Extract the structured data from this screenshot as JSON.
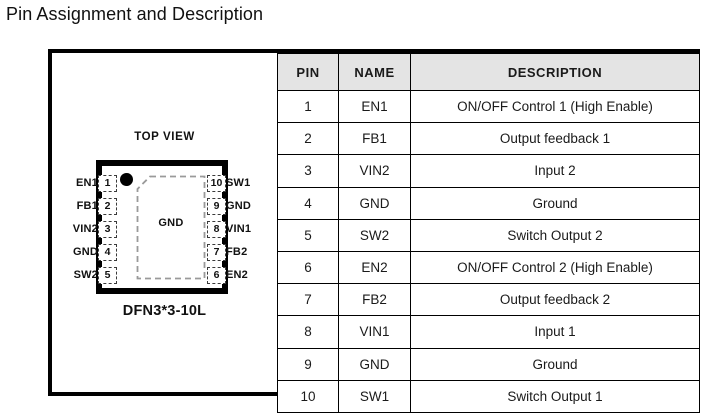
{
  "page": {
    "title": "Pin Assignment and Description"
  },
  "diagram": {
    "view_label": "TOP VIEW",
    "package_name": "DFN3*3-10L",
    "center_pad_label": "GND",
    "orientation_marker": "pin-1-dot",
    "left_pins": [
      {
        "number": "1",
        "name": "EN1"
      },
      {
        "number": "2",
        "name": "FB1"
      },
      {
        "number": "3",
        "name": "VIN2"
      },
      {
        "number": "4",
        "name": "GND"
      },
      {
        "number": "5",
        "name": "SW2"
      }
    ],
    "right_pins": [
      {
        "number": "10",
        "name": "SW1"
      },
      {
        "number": "9",
        "name": "GND"
      },
      {
        "number": "8",
        "name": "VIN1"
      },
      {
        "number": "7",
        "name": "FB2"
      },
      {
        "number": "6",
        "name": "EN2"
      }
    ]
  },
  "table": {
    "headers": {
      "pin": "PIN",
      "name": "NAME",
      "description": "DESCRIPTION"
    },
    "rows": [
      {
        "pin": "1",
        "name": "EN1",
        "description": "ON/OFF Control 1 (High Enable)"
      },
      {
        "pin": "2",
        "name": "FB1",
        "description": "Output feedback 1"
      },
      {
        "pin": "3",
        "name": "VIN2",
        "description": "Input 2"
      },
      {
        "pin": "4",
        "name": "GND",
        "description": "Ground"
      },
      {
        "pin": "5",
        "name": "SW2",
        "description": "Switch Output 2"
      },
      {
        "pin": "6",
        "name": "EN2",
        "description": "ON/OFF Control 2 (High Enable)"
      },
      {
        "pin": "7",
        "name": "FB2",
        "description": "Output feedback 2"
      },
      {
        "pin": "8",
        "name": "VIN1",
        "description": "Input 1"
      },
      {
        "pin": "9",
        "name": "GND",
        "description": "Ground"
      },
      {
        "pin": "10",
        "name": "SW1",
        "description": "Switch Output 1"
      }
    ]
  },
  "colors": {
    "header_fill": "#e4e4e4",
    "border": "#000000",
    "text": "#1a1a1a",
    "pad_dash": "#3a3a3a"
  }
}
